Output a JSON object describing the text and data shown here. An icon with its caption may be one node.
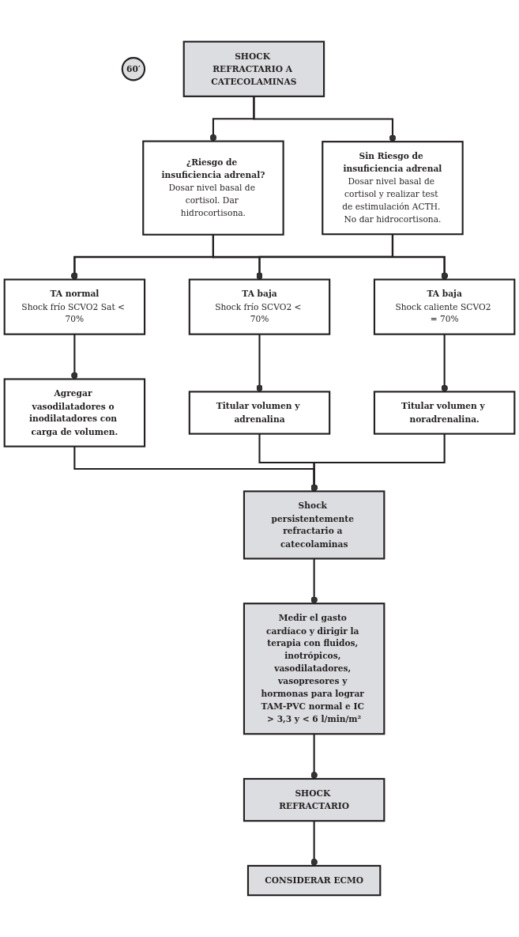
{
  "diagram": {
    "nodes": [
      {
        "text": [
          "60′"
        ]
      },
      {
        "text": [
          "SHOCK REFRACTARIO A CATECOLAMINAS"
        ]
      },
      {
        "text": [
          "¿Riesgo de insuficiencia adrenal?",
          "Dosar nivel basal de cortisol. Dar hidrocortisona."
        ]
      },
      {
        "text": [
          "Sin Riesgo de insuficiencia adrenal",
          "Dosar nivel basal de cortisol y realizar test de estimulación ACTH. No dar hidrocortisona."
        ]
      },
      {
        "text": [
          "TA normal",
          "Shock frío SCVO2 Sat < 70%"
        ]
      },
      {
        "text": [
          "TA baja",
          "Shock frío SCVO2 < 70%"
        ]
      },
      {
        "text": [
          "TA baja",
          "Shock caliente SCVO2 = 70%"
        ]
      },
      {
        "text": [
          "Agregar vasodilatadores o inodilatadores con carga de volumen."
        ]
      },
      {
        "text": [
          "Titular volumen y adrenalina"
        ]
      },
      {
        "text": [
          "Titular volumen y noradrenalina."
        ]
      },
      {
        "text": [
          "Shock persistentemente refractario a catecolaminas"
        ]
      },
      {
        "text": [
          "Medir el gasto cardíaco y dirigir la terapia con fluidos, inotrópicos, vasodilatadores, vasopresores y hormonas para lograr TAM-PVC normal e IC > 3,3 y < 6 l/min/m²"
        ]
      },
      {
        "text": [
          "SHOCK REFRACTARIO"
        ]
      },
      {
        "text": [
          "CONSIDERAR ECMO"
        ]
      }
    ],
    "edges": [
      {
        "from": 1,
        "to": 2,
        "arrow": "other"
      },
      {
        "from": 1,
        "to": 3,
        "arrow": "other"
      },
      {
        "from": 2,
        "to": 4,
        "arrow": "other"
      },
      {
        "from": 2,
        "to": 5,
        "arrow": "other"
      },
      {
        "from": 2,
        "to": 6,
        "arrow": "other"
      },
      {
        "from": 3,
        "to": 4,
        "arrow": "other"
      },
      {
        "from": 3,
        "to": 5,
        "arrow": "other"
      },
      {
        "from": 3,
        "to": 6,
        "arrow": "other"
      },
      {
        "from": 4,
        "to": 7,
        "arrow": "other"
      },
      {
        "from": 5,
        "to": 8,
        "arrow": "other"
      },
      {
        "from": 6,
        "to": 9,
        "arrow": "other"
      },
      {
        "from": 7,
        "to": 10,
        "arrow": "other"
      },
      {
        "from": 8,
        "to": 10,
        "arrow": "other"
      },
      {
        "from": 9,
        "to": 10,
        "arrow": "other"
      },
      {
        "from": 10,
        "to": 11,
        "arrow": "other"
      },
      {
        "from": 11,
        "to": 12,
        "arrow": "other"
      },
      {
        "from": 12,
        "to": 13,
        "arrow": "other"
      }
    ]
  }
}
